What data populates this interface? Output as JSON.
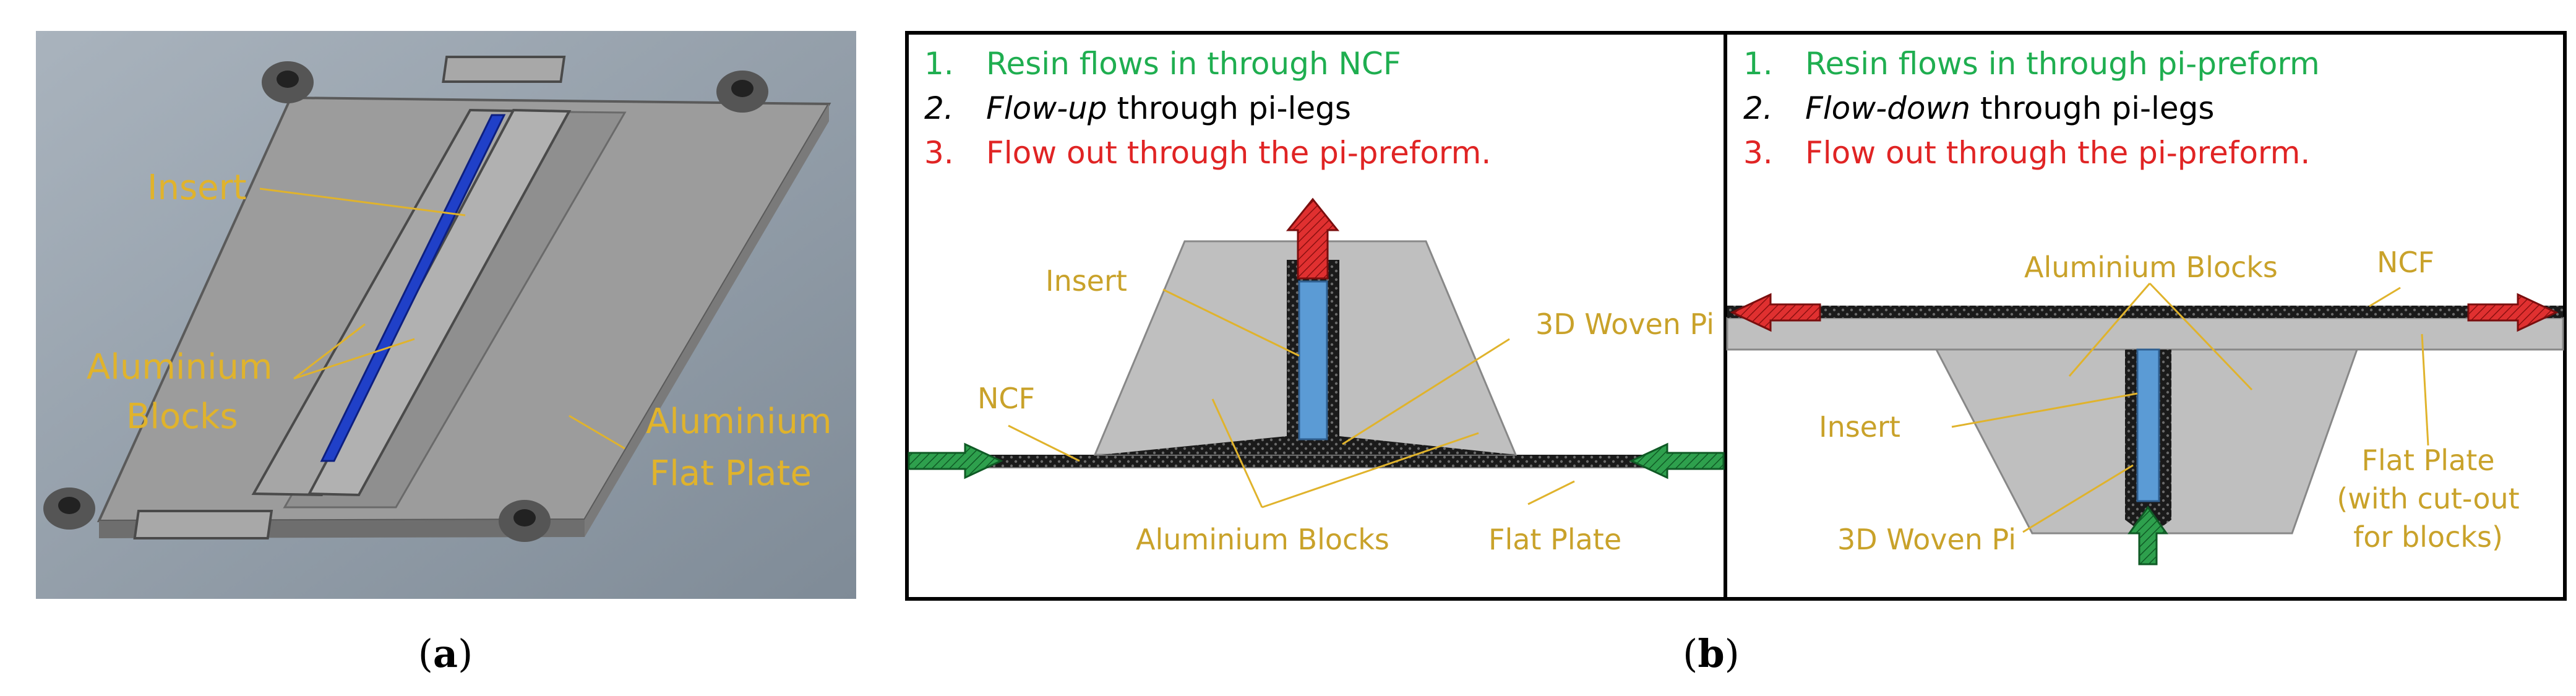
{
  "panel_a": {
    "labels": {
      "insert": "Insert",
      "aluminium_blocks_line1": "Aluminium",
      "aluminium_blocks_line2": "Blocks",
      "flat_plate_line1": "Aluminium",
      "flat_plate_line2": "Flat Plate"
    },
    "caption_open": "(",
    "caption_letter": "a",
    "caption_close": ")"
  },
  "panel_b": {
    "caption_open": "(",
    "caption_letter": "b",
    "caption_close": ")",
    "left": {
      "steps": [
        {
          "num": "1.",
          "text_a": "Resin flows in through NCF",
          "text_b": "",
          "color": "#1fae50"
        },
        {
          "num": "2.",
          "text_a": "Flow-up",
          "text_b": " through pi-legs",
          "color": "#000000"
        },
        {
          "num": "3.",
          "text_a": "Flow out through the pi-preform.",
          "text_b": "",
          "color": "#e02424"
        }
      ],
      "labels": {
        "insert": "Insert",
        "woven_pi": "3D Woven Pi",
        "ncf": "NCF",
        "aluminium_blocks": "Aluminium Blocks",
        "flat_plate": "Flat Plate"
      }
    },
    "right": {
      "steps": [
        {
          "num": "1.",
          "text_a": "Resin flows in through pi-preform",
          "text_b": "",
          "color": "#1fae50"
        },
        {
          "num": "2.",
          "text_a": "Flow-down",
          "text_b": " through pi-legs",
          "color": "#000000"
        },
        {
          "num": "3.",
          "text_a": "Flow out through the pi-preform.",
          "text_b": "",
          "color": "#e02424"
        }
      ],
      "labels": {
        "aluminium_blocks": "Aluminium Blocks",
        "ncf": "NCF",
        "insert": "Insert",
        "woven_pi": "3D Woven Pi",
        "flat_plate_line1": "Flat Plate",
        "flat_plate_line2": "(with cut-out",
        "flat_plate_line3": "for blocks)"
      }
    }
  },
  "colors": {
    "label": "#c9a22a",
    "insert_blue": "#5b9bd5",
    "arrow_red": "#e03030",
    "arrow_green": "#2ea04d",
    "block_grey": "#bfbfbf",
    "render_bg": "#8e9aa6"
  }
}
